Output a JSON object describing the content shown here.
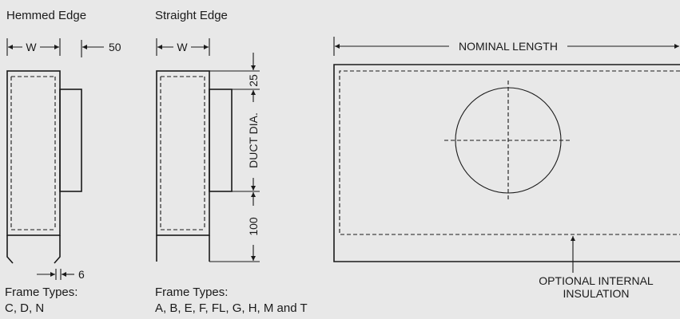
{
  "hemmed": {
    "title": "Hemmed Edge",
    "w_label": "W",
    "dim_50": "50",
    "dim_6": "6",
    "frame_types_label": "Frame Types:",
    "frame_types": "C, D, N"
  },
  "straight": {
    "title": "Straight Edge",
    "w_label": "W",
    "dim_25": "25",
    "duct_dia": "DUCT DIA.",
    "dim_100": "100",
    "frame_types_label": "Frame Types:",
    "frame_types": "A, B, E, F, FL, G, H, M and T"
  },
  "plan": {
    "nominal_length": "NOMINAL LENGTH",
    "insulation_line1": "OPTIONAL INTERNAL",
    "insulation_line2": "INSULATION"
  }
}
